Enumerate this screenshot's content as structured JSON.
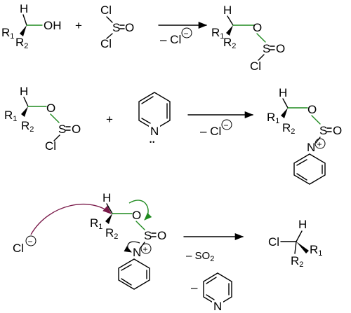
{
  "colors": {
    "oxygen": "#1e8a1e",
    "chlorine": "#7a1a4a",
    "nitrogen": "#1a1aa0",
    "bond": "#000000"
  },
  "atoms": {
    "H": "H",
    "OH": "OH",
    "O": "O",
    "S": "S",
    "Cl": "Cl",
    "N": "N",
    "R": "R",
    "one": "1",
    "two": "2",
    "eq_O": "=O"
  },
  "conditions": {
    "minus_cl": "– Cl",
    "minus_so2": "– SO",
    "so2_subscript": "2",
    "minus": "–",
    "plus_sign": "+",
    "charge_minus": "−",
    "charge_plus": "+"
  },
  "pyridine_lone_pair": "••"
}
